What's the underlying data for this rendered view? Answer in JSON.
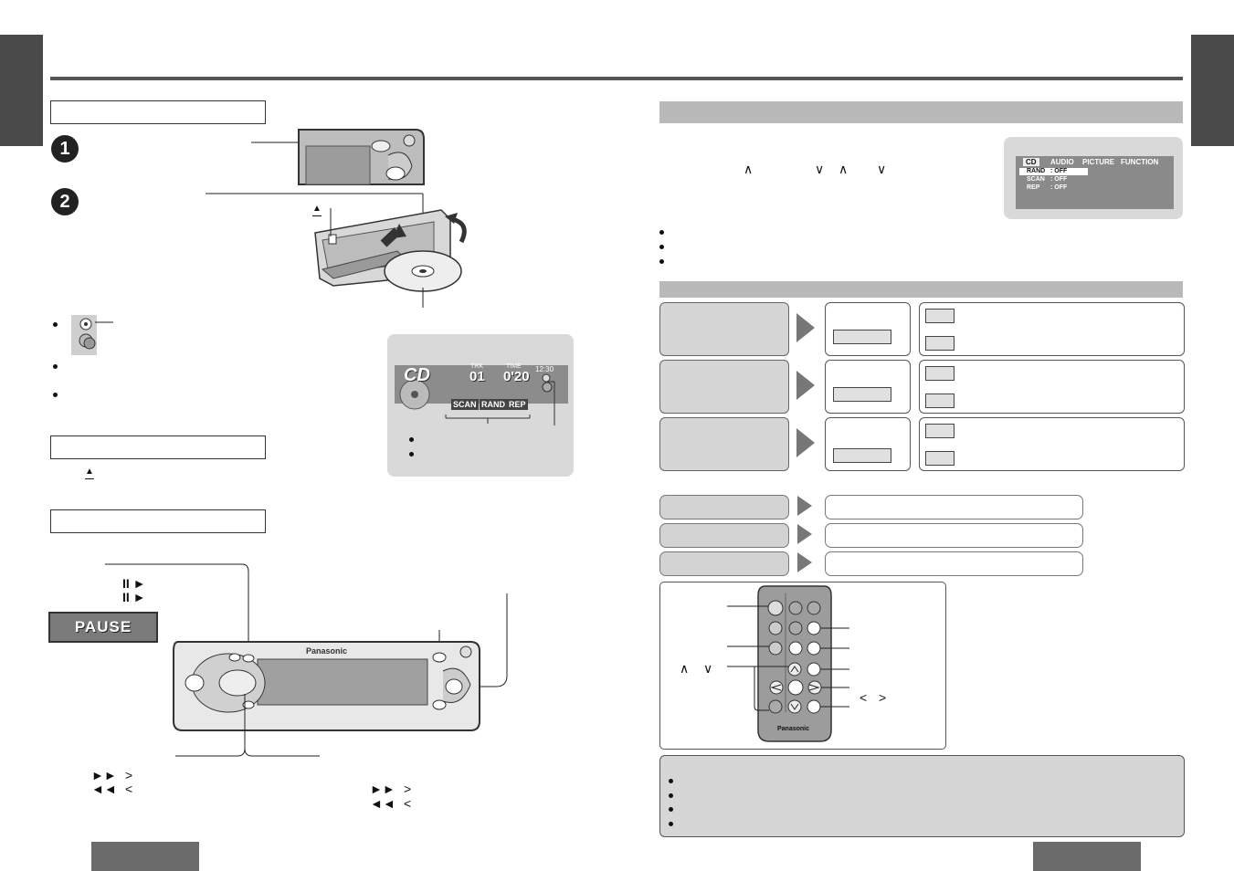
{
  "display": {
    "mode": "CD",
    "trk_label": "TRK",
    "trk_value": "01",
    "time_label": "TIME",
    "time_value": "0'20",
    "clock": "12:30",
    "indicators": [
      "SCAN",
      "RAND",
      "REP"
    ]
  },
  "osd_menu": {
    "tabs": [
      "CD",
      "AUDIO",
      "PICTURE",
      "FUNCTION"
    ],
    "rows": [
      {
        "label": "RAND",
        "value": ": OFF"
      },
      {
        "label": "SCAN",
        "value": ": OFF"
      },
      {
        "label": "REP",
        "value": ": OFF"
      }
    ]
  },
  "pause_badge": "PAUSE",
  "unit_brand": "Panasonic",
  "remote_brand": "Panasonic",
  "steps": [
    "1",
    "2"
  ],
  "glyphs": {
    "eject": "▲",
    "play_pause": "II ►",
    "fast_forward": "►►",
    "rewind": "◄◄",
    "right": ">",
    "left": "<",
    "up": "∧",
    "down": "∨"
  },
  "colors": {
    "tab": "#4a4a4a",
    "panel": "#d9d9d9",
    "arrow": "#777777",
    "lcd": "#8c8c8c"
  }
}
